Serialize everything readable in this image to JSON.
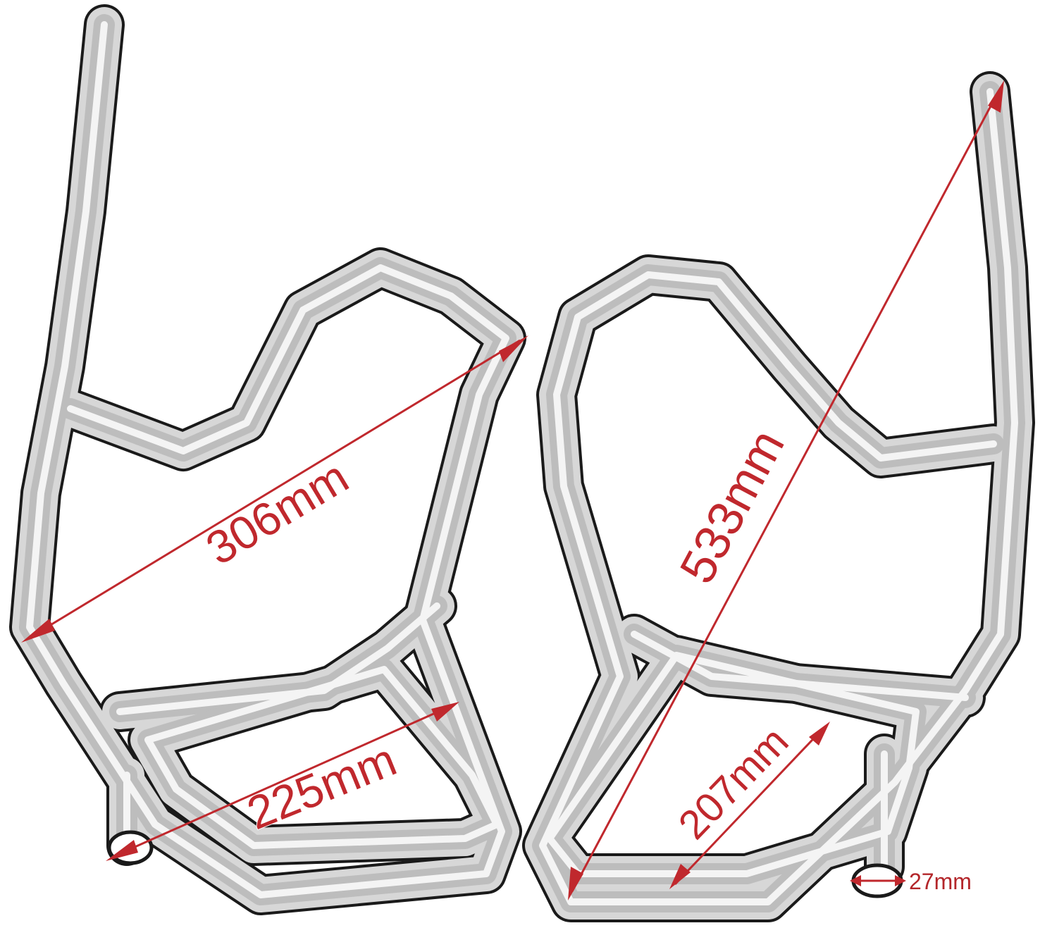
{
  "diagram": {
    "dimensions": [
      {
        "id": "width-upper",
        "label": "306mm"
      },
      {
        "id": "height-overall",
        "label": "533mm"
      },
      {
        "id": "width-lower-left",
        "label": "225mm"
      },
      {
        "id": "width-lower-right",
        "label": "207mm"
      },
      {
        "id": "tube-diameter",
        "label": "27mm"
      }
    ],
    "colors": {
      "dimension": "#c0282d",
      "tube_outline": "#1a1a1a",
      "tube_fill": "#d7d7d7",
      "background": "#ffffff"
    }
  }
}
